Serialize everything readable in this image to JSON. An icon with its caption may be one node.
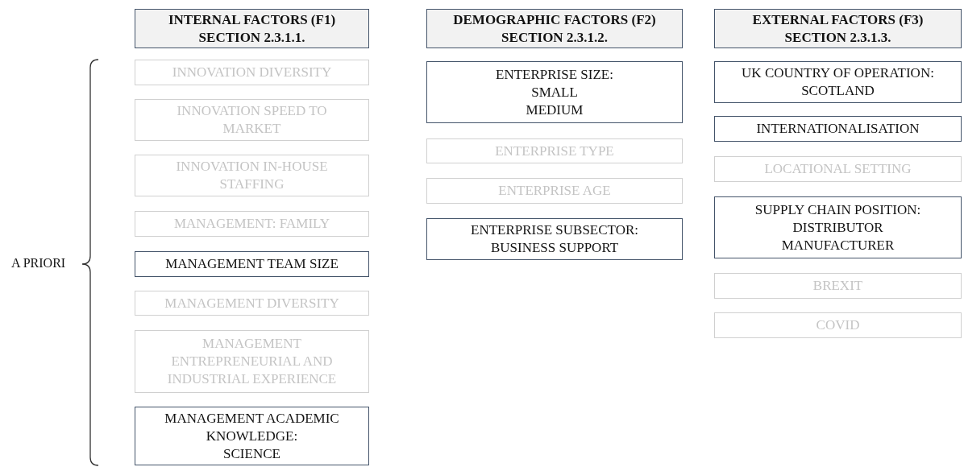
{
  "diagram": {
    "nodes": [
      {
        "text": [
          "INTERNAL FACTORS (F1)",
          "SECTION 2.3.1.1."
        ]
      },
      {
        "text": [
          "DEMOGRAPHIC FACTORS (F2)",
          "SECTION 2.3.1.2."
        ]
      },
      {
        "text": [
          "EXTERNAL FACTORS (F3)",
          "SECTION 2.3.1.3."
        ]
      },
      {
        "text": [
          "INNOVATION DIVERSITY"
        ]
      },
      {
        "text": [
          "ENTERPRISE SIZE:",
          "SMALL",
          "MEDIUM"
        ]
      },
      {
        "text": [
          "UK COUNTRY OF OPERATION:",
          "SCOTLAND"
        ]
      },
      {
        "text": [
          "INNOVATION SPEED TO MARKET"
        ]
      },
      {
        "text": [
          "INTERNATIONALISATION"
        ]
      },
      {
        "text": [
          "ENTERPRISE TYPE"
        ]
      },
      {
        "text": [
          "INNOVATION IN-HOUSE STAFFING"
        ]
      },
      {
        "text": [
          "LOCATIONAL SETTING"
        ]
      },
      {
        "text": [
          "ENTERPRISE AGE"
        ]
      },
      {
        "text": [
          "SUPPLY CHAIN POSITION:",
          "DISTRIBUTOR",
          "MANUFACTURER"
        ]
      },
      {
        "text": [
          "MANAGEMENT: FAMILY"
        ]
      },
      {
        "text": [
          "ENTERPRISE SUBSECTOR:",
          "BUSINESS SUPPORT"
        ]
      },
      {
        "text": [
          "MANAGEMENT TEAM SIZE"
        ]
      },
      {
        "text": [
          "BREXIT"
        ]
      },
      {
        "text": [
          "MANAGEMENT DIVERSITY"
        ]
      },
      {
        "text": [
          "COVID"
        ]
      },
      {
        "text": [
          "MANAGEMENT ENTREPRENEURIAL AND INDUSTRIAL EXPERIENCE"
        ]
      },
      {
        "text": [
          "MANAGEMENT ACADEMIC KNOWLEDGE:",
          "SCIENCE"
        ]
      }
    ],
    "labels": [
      "A PRIORI"
    ]
  }
}
